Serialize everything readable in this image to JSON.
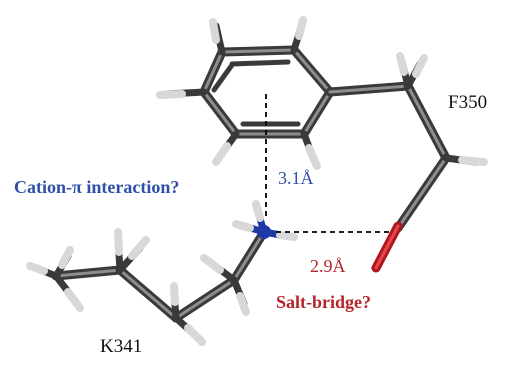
{
  "labels": {
    "residue_phe": "F350",
    "residue_lys": "K341",
    "distance_cation_pi": "3.1Å",
    "distance_salt_bridge": "2.9Å",
    "annotation_cation_pi": "Cation-π interaction?",
    "annotation_salt_bridge": "Salt-bridge?"
  },
  "colors": {
    "carbon": "#3a3a3a",
    "hydrogen": "#d8d8d8",
    "nitrogen": "#1f3aa6",
    "oxygen": "#b0161b",
    "blue_text": "#2f4fa8",
    "red_text": "#b5242b",
    "black_text": "#111111"
  }
}
